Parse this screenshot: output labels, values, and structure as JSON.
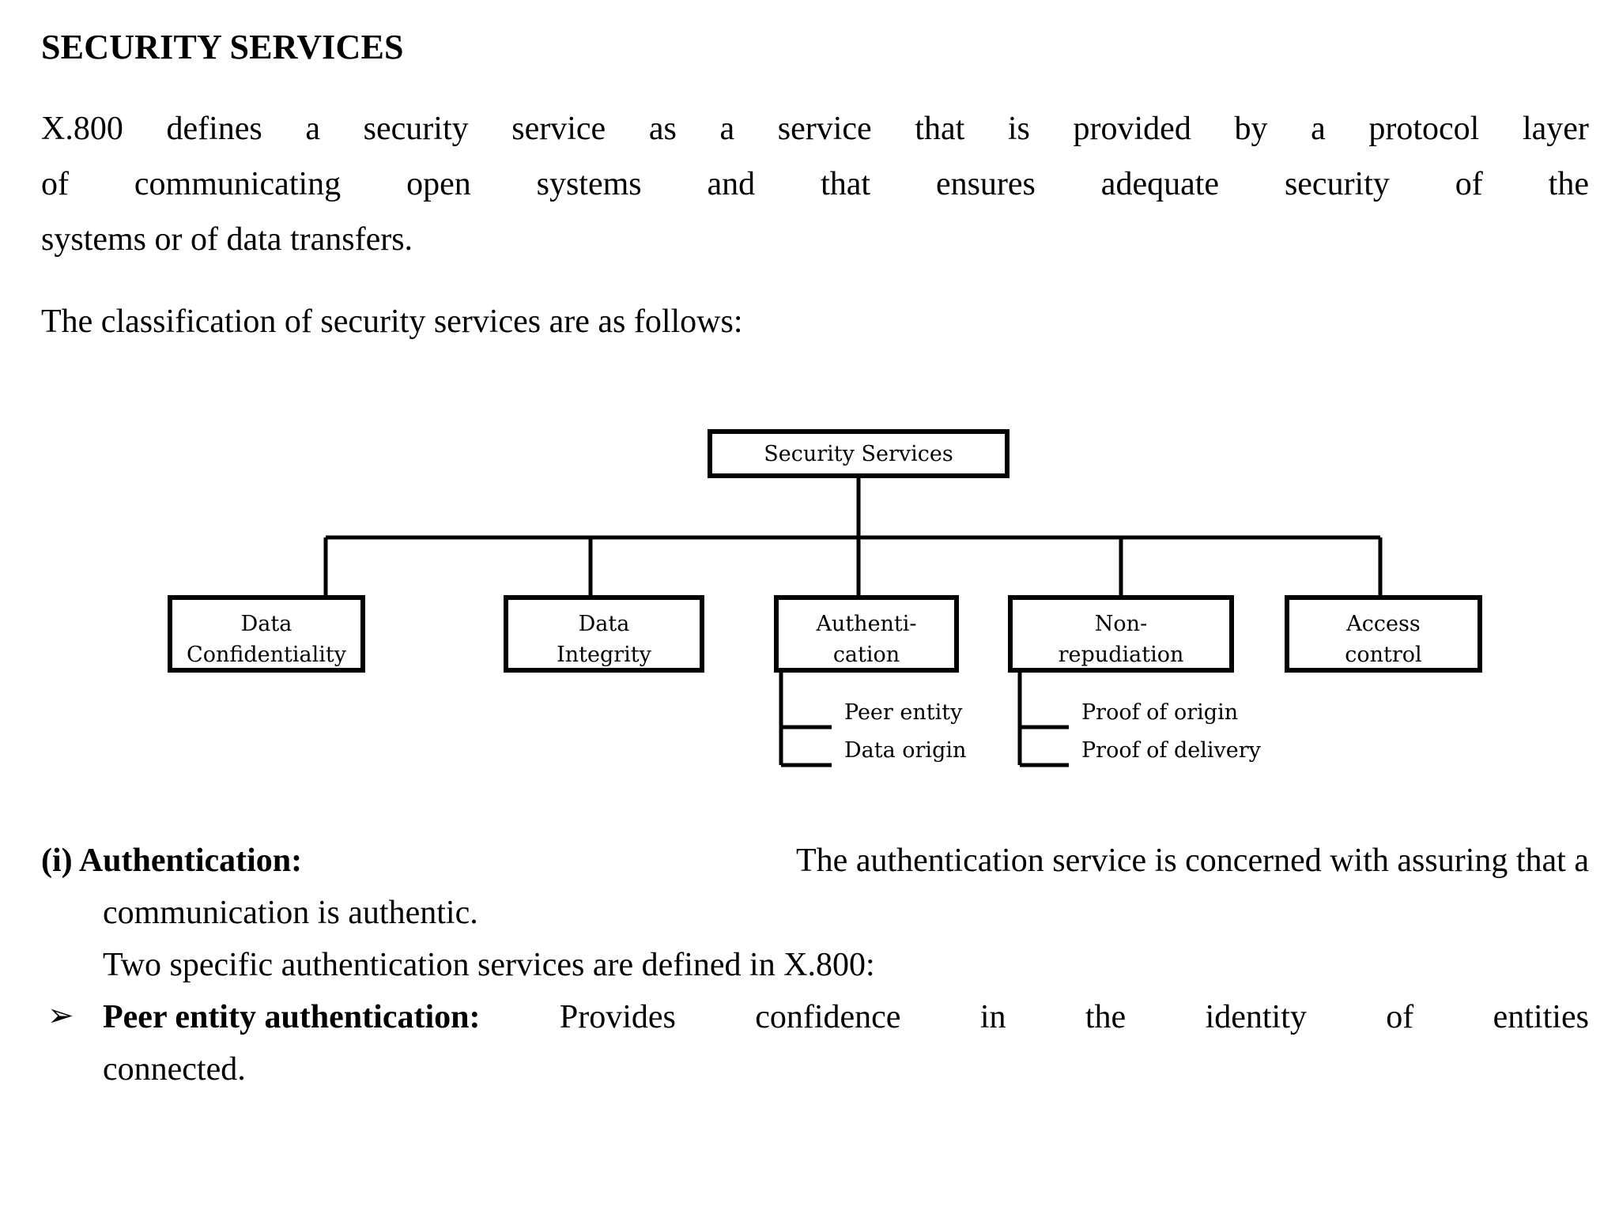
{
  "document": {
    "title": "SECURITY SERVICES",
    "paragraph_1": {
      "full_text": "X.800 defines a security service as a service that is provided by a protocol layer of communicating open systems and that ensures adequate security of the systems or of data transfers.",
      "lines": [
        [
          "X.800",
          "defines",
          "a",
          "security",
          "service",
          "as",
          "a",
          "service",
          "that",
          "is",
          "provided",
          "by",
          "a",
          "protocol",
          "layer"
        ],
        [
          "of",
          "communicating",
          "open",
          "systems",
          "and",
          "that",
          "ensures",
          "adequate",
          "security",
          "of",
          "the"
        ],
        [
          "systems or of data transfers."
        ]
      ]
    },
    "paragraph_2": "The classification of security services are as follows:",
    "item_i": {
      "label": "(i) Authentication:",
      "line1_rest": "The authentication service is concerned with assuring that a",
      "line2": "communication is authentic."
    },
    "two_services_line": "Two specific authentication services are defined in X.800:",
    "bullet": {
      "glyph": "➢",
      "label": "Peer entity authentication:",
      "line1_rest_words": [
        "Provides",
        "confidence",
        "in",
        "the",
        "identity",
        "of",
        "entities"
      ],
      "line2": "connected."
    }
  },
  "chart_data": {
    "type": "diagram",
    "diagram_kind": "hierarchy-tree",
    "title": "Security Services classification tree",
    "root": {
      "label": "Security Services"
    },
    "children": [
      {
        "label_lines": [
          "Data",
          "Confidentiality"
        ],
        "sub_items": []
      },
      {
        "label_lines": [
          "Data",
          "Integrity"
        ],
        "sub_items": []
      },
      {
        "label_lines": [
          "Authenti-",
          "cation"
        ],
        "sub_items": [
          "Peer entity",
          "Data origin"
        ]
      },
      {
        "label_lines": [
          "Non-",
          "repudiation"
        ],
        "sub_items": [
          "Proof of origin",
          "Proof of delivery"
        ]
      },
      {
        "label_lines": [
          "Access",
          "control"
        ],
        "sub_items": []
      }
    ],
    "colors": {
      "stroke": "#000000",
      "fill": "#ffffff",
      "text": "#000000"
    }
  }
}
